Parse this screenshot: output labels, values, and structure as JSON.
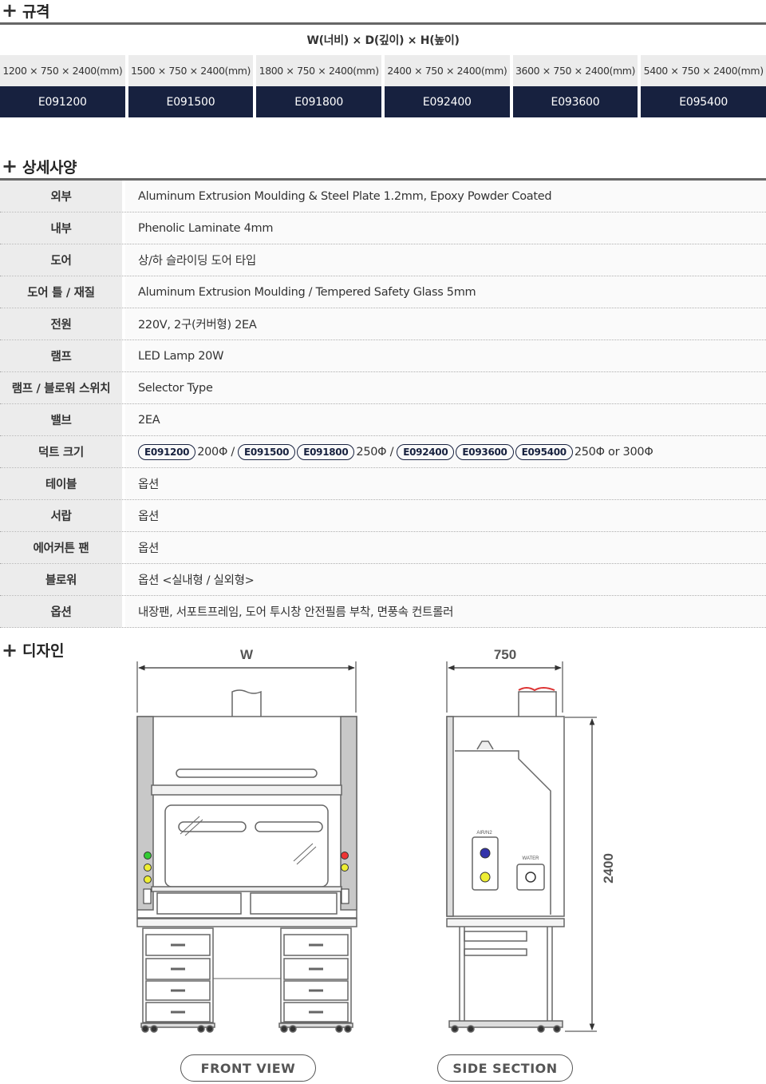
{
  "spec": {
    "title": "규격",
    "dimension_label": "W(너비) × D(깊이) × H(높이)",
    "items": [
      {
        "size": "1200 × 750 × 2400(mm)",
        "code": "E091200"
      },
      {
        "size": "1500 × 750 × 2400(mm)",
        "code": "E091500"
      },
      {
        "size": "1800 × 750 × 2400(mm)",
        "code": "E091800"
      },
      {
        "size": "2400 × 750 × 2400(mm)",
        "code": "E092400"
      },
      {
        "size": "3600 × 750 × 2400(mm)",
        "code": "E093600"
      },
      {
        "size": "5400 × 750 × 2400(mm)",
        "code": "E095400"
      }
    ]
  },
  "details": {
    "title": "상세사양",
    "rows": [
      {
        "label": "외부",
        "value": "Aluminum Extrusion Moulding & Steel Plate 1.2mm, Epoxy Powder Coated"
      },
      {
        "label": "내부",
        "value": "Phenolic Laminate 4mm"
      },
      {
        "label": "도어",
        "value": "상/하 슬라이딩 도어 타입"
      },
      {
        "label": "도어 틀 / 재질",
        "value": "Aluminum Extrusion Moulding / Tempered Safety Glass 5mm"
      },
      {
        "label": "전원",
        "value": "220V, 2구(커버형) 2EA"
      },
      {
        "label": "램프",
        "value": "LED Lamp 20W"
      },
      {
        "label": "램프 / 블로워 스위치",
        "value": "Selector Type"
      },
      {
        "label": "밸브",
        "value": "2EA"
      },
      {
        "label": "덕트 크기",
        "value": ""
      },
      {
        "label": "테이블",
        "value": "옵션"
      },
      {
        "label": "서랍",
        "value": "옵션"
      },
      {
        "label": "에어커튼 팬",
        "value": "옵션"
      },
      {
        "label": "블로워",
        "value": "옵션 <실내형 / 실외형>"
      },
      {
        "label": "옵션",
        "value": "내장팬, 서포트프레임, 도어 투시창 안전필름 부착, 면풍속 컨트롤러"
      }
    ],
    "duct": {
      "group1": {
        "codes": [
          "E091200"
        ],
        "size": "200Φ /"
      },
      "group2": {
        "codes": [
          "E091500",
          "E091800"
        ],
        "size": "250Φ /"
      },
      "group3": {
        "codes": [
          "E092400",
          "E093600",
          "E095400"
        ],
        "size": "250Φ or 300Φ"
      }
    }
  },
  "design": {
    "title": "디자인",
    "front": {
      "dim_label": "W",
      "button": "FRONT VIEW"
    },
    "side": {
      "depth_label": "750",
      "height_label": "2400",
      "button": "SIDE SECTION",
      "air_label": "AIR/N2",
      "water_label": "WATER"
    }
  },
  "colors": {
    "navy": "#17213f",
    "gray_bg": "#ececec"
  }
}
